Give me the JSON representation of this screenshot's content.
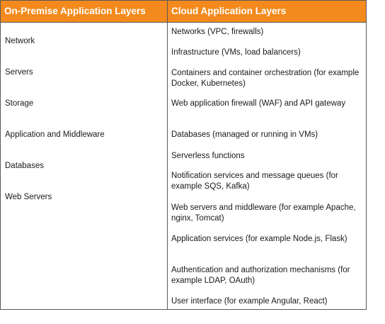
{
  "table": {
    "headers": {
      "left": "On-Premise Application Layers",
      "right": "Cloud Application Layers"
    },
    "left_items": [
      "Network",
      "Servers",
      "Storage",
      "Application and Middleware",
      "Databases",
      "Web Servers"
    ],
    "right_items": [
      "Networks (VPC, firewalls)",
      "Infrastructure (VMs, load balancers)",
      "Containers and container orchestration (for example Docker, Kubernetes)",
      "Web application firewall (WAF) and API gateway",
      "Databases (managed or running in VMs)",
      "Serverless functions",
      "Notification services and message queues (for example SQS, Kafka)",
      "Web servers and middleware (for example Apache, nginx, Tomcat)",
      "Application services (for example Node.js, Flask)",
      "Authentication and authorization mechanisms (for example LDAP, OAuth)",
      "User interface (for example Angular, React)"
    ],
    "colors": {
      "header_bg": "#f48a1d",
      "header_text": "#ffffff",
      "border": "#5a5a5a"
    }
  }
}
